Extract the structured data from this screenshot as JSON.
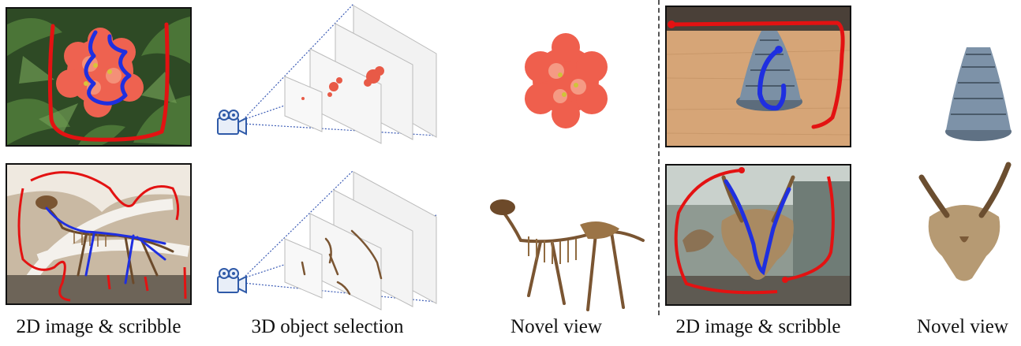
{
  "captions": {
    "scribble_left": "2D image & scribble",
    "selection": "3D object selection",
    "novel_left": "Novel view",
    "scribble_right": "2D image & scribble",
    "novel_right": "Novel view"
  },
  "colors": {
    "scribble_include": "#1f2fe0",
    "scribble_exclude": "#e31212",
    "frustum_line": "#3b5bb5",
    "panel_border": "#111111"
  },
  "icons": [
    "camera-icon"
  ]
}
